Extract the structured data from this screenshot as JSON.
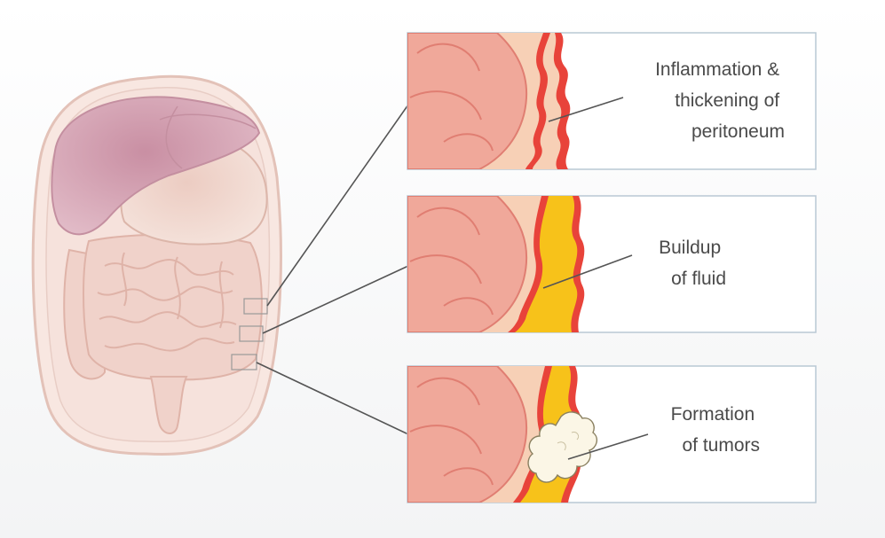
{
  "colors": {
    "tissue": "#f0a89a",
    "tissue_dark": "#e07e72",
    "peritoneum": "#f7d0b6",
    "inflamed": "#e8433a",
    "fluid": "#f7c21a",
    "tumor": "#fbf6e6",
    "organ_liver": "#d9a9b8",
    "panel_border": "#b9c8d4",
    "leader": "#555555"
  },
  "panels": [
    {
      "lines": [
        "Inflammation &",
        "thickening of",
        "peritoneum"
      ]
    },
    {
      "lines": [
        "Buildup",
        "of fluid"
      ]
    },
    {
      "lines": [
        "Formation",
        "of tumors"
      ]
    }
  ]
}
